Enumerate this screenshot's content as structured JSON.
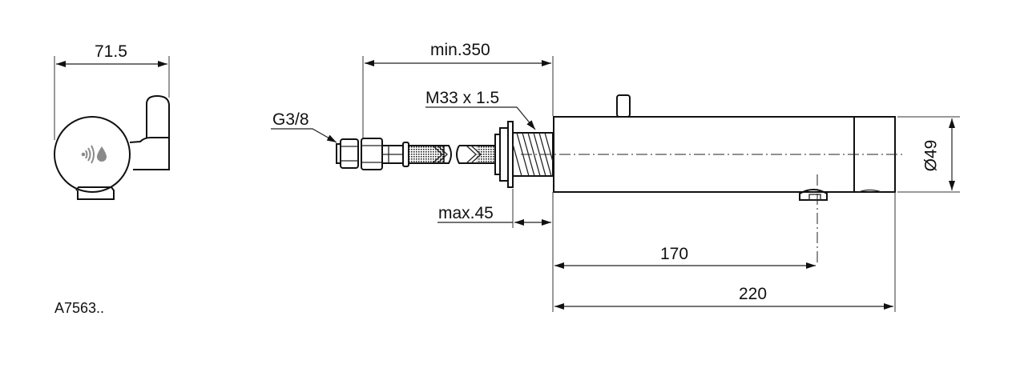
{
  "drawing": {
    "type": "technical-dimension-drawing",
    "subject": "wall-mounted sensor spout",
    "model_code": "A7563..",
    "side_view_icons": [
      "sensor-waves-icon",
      "water-drop-icon"
    ],
    "dimensions": {
      "width": "71.5",
      "min_wall_depth": "min.350",
      "thread": "M33 x 1.5",
      "connection": "G3/8",
      "max_wall": "max.45",
      "outlet_distance": "170",
      "spout_length": "220",
      "diameter": "Ø49"
    },
    "colors": {
      "line": "#111111",
      "background": "#ffffff",
      "icon": "#8a8a8a"
    }
  }
}
